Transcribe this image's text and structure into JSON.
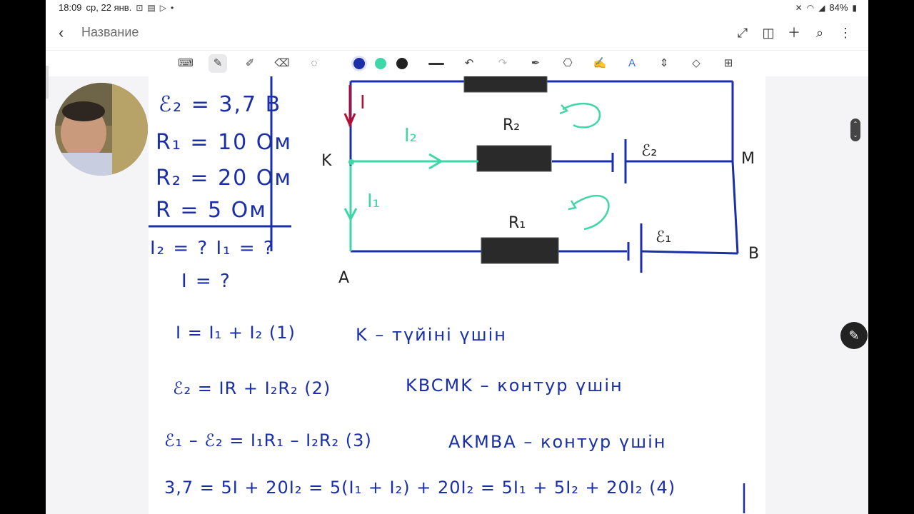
{
  "status_bar": {
    "time": "18:09",
    "date": "ср, 22 янв.",
    "battery": "84%"
  },
  "nav": {
    "back": "‹",
    "title": "Название"
  },
  "colors": {
    "pen_blue": "#1a2fa8",
    "pen_green": "#3fd6a8",
    "pen_black": "#222222",
    "accent": "#2f6bff"
  },
  "toolbar": {
    "icons": [
      "keyboard-icon",
      "pen-icon",
      "marker-icon",
      "eraser-icon",
      "lasso-icon",
      "undo-icon",
      "redo-icon",
      "shape-pen-icon",
      "stamp-icon",
      "text-pen-icon",
      "text-icon",
      "spacing-icon",
      "shapes-icon",
      "lock-icon"
    ]
  },
  "given": {
    "e2": "ℰ₂ = 3,7 B",
    "r1": "R₁ = 10 Ом",
    "r2": "R₂ = 20 Ом",
    "r": "R = 5 Ом",
    "unknowns_1": "I₂ = ?  I₁ = ?",
    "unknowns_2": "I = ?"
  },
  "circuit": {
    "label_k": "K",
    "label_m": "M",
    "label_a": "A",
    "label_b": "B",
    "label_r2": "R₂",
    "label_r1": "R₁",
    "label_e2": "ℰ₂",
    "label_e1": "ℰ₁",
    "label_i": "I",
    "label_i2": "I₂",
    "label_i1": "I₁"
  },
  "equations": {
    "eq1": "I = I₁ + I₂ (1)",
    "eq1_note": "K – түйіні үшін",
    "eq2": "ℰ₂ = IR + I₂R₂ (2)",
    "eq2_note": "KBCMK – контур үшін",
    "eq3": "ℰ₁ – ℰ₂ = I₁R₁ – I₂R₂ (3)",
    "eq3_note": "AKMBA – контур үшін",
    "eq4": "3,7 = 5I + 20I₂ = 5(I₁ + I₂) + 20I₂ = 5I₁ + 5I₂ + 20I₂ (4)"
  }
}
